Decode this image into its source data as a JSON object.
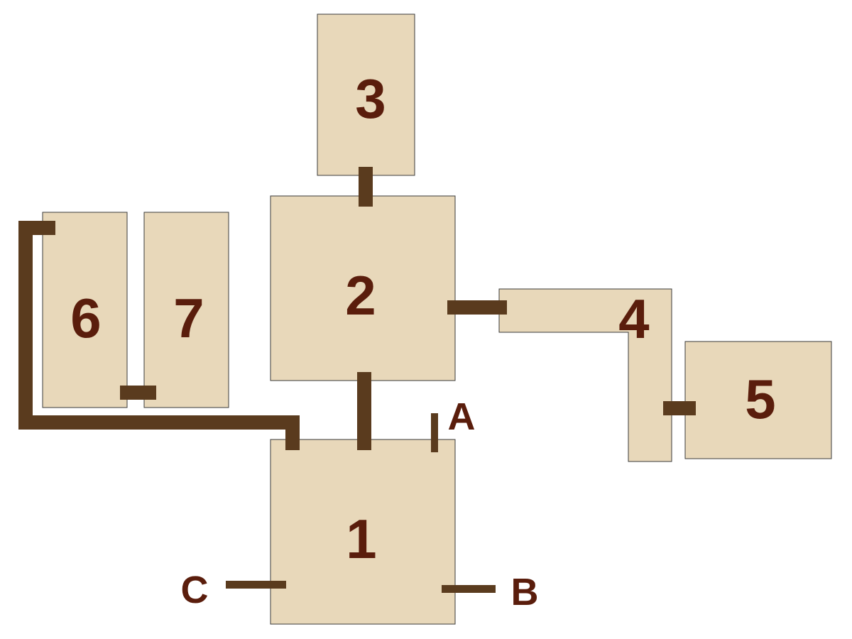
{
  "palette": {
    "room_fill": "#e8d8ba",
    "room_stroke": "#3a3a3a",
    "passage": "#5a3b1e",
    "label": "#5a1d0c",
    "background": "#ffffff"
  },
  "rooms": [
    {
      "id": "1",
      "label": "1"
    },
    {
      "id": "2",
      "label": "2"
    },
    {
      "id": "3",
      "label": "3"
    },
    {
      "id": "4",
      "label": "4"
    },
    {
      "id": "5",
      "label": "5"
    },
    {
      "id": "6",
      "label": "6"
    },
    {
      "id": "7",
      "label": "7"
    }
  ],
  "entrances": [
    {
      "id": "A",
      "label": "A"
    },
    {
      "id": "B",
      "label": "B"
    },
    {
      "id": "C",
      "label": "C"
    }
  ],
  "connections": [
    {
      "from": "2",
      "to": "3"
    },
    {
      "from": "1",
      "to": "2"
    },
    {
      "from": "2",
      "to": "4"
    },
    {
      "from": "4",
      "to": "5"
    },
    {
      "from": "6",
      "to": "7"
    },
    {
      "from": "1",
      "to": "6"
    },
    {
      "from": "1",
      "to": "A"
    },
    {
      "from": "1",
      "to": "B"
    },
    {
      "from": "1",
      "to": "C"
    }
  ]
}
